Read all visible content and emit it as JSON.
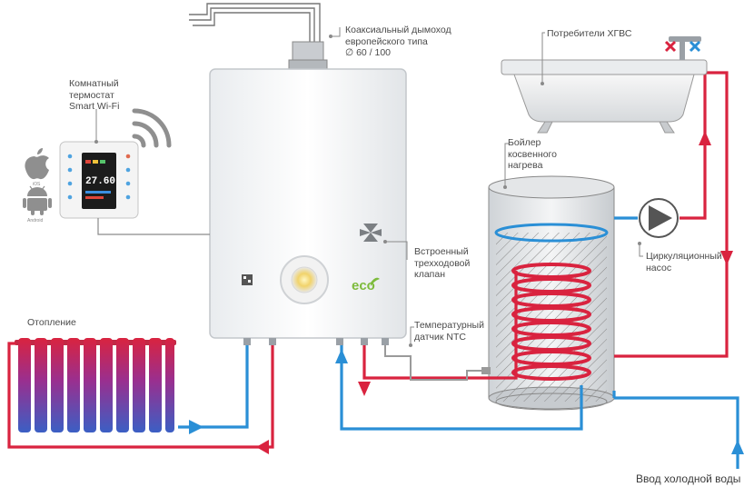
{
  "labels": {
    "chimney": "Коаксиальный дымоход\nевропейского типа\n∅ 60 / 100",
    "thermostat": "Комнатный\nтермостат\nSmart Wi-Fi",
    "hot_water_consumers": "Потребители ХГВС",
    "boiler": "Бойлер\nкосвенного\nнагрева",
    "three_way_valve": "Встроенный\nтрехходовой\nклапан",
    "circulation_pump": "Циркуляционный\nнасос",
    "heating": "Отопление",
    "ntc_sensor": "Температурный\nдатчик NTC",
    "cold_water_inlet": "Ввод холодной воды"
  },
  "thermostat_display": {
    "temp_value": "27.60"
  },
  "boiler_unit": {
    "eco_label": "eco"
  },
  "os_icons": {
    "ios_label": "iOS",
    "android_label": "Android"
  },
  "colors": {
    "hot_pipe": "#d9233f",
    "cold_pipe": "#2a8fd6",
    "radiator_hot": "#d9233f",
    "radiator_cold": "#3b5fc4",
    "eco_green": "#7dbb3c",
    "label_line": "#8a8a8a"
  }
}
